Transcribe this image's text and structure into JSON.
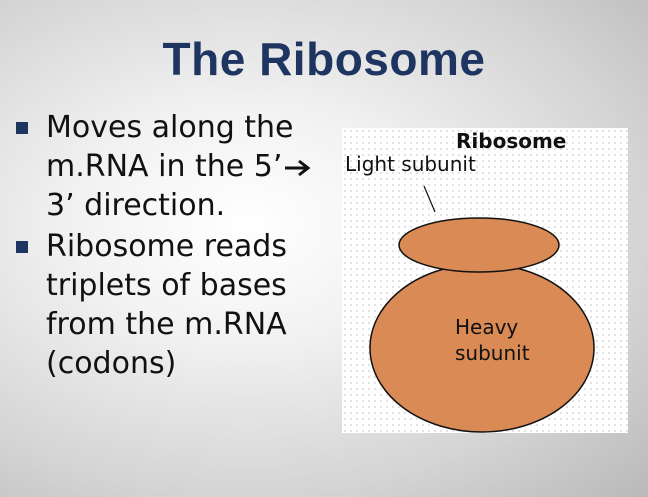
{
  "title": "The Ribosome",
  "bullets": [
    {
      "pre": "Moves along the m.RNA in the 5’",
      "arrow_icon": "right-arrow-icon",
      "post": "3’ direction."
    },
    {
      "text": "Ribosome reads triplets of bases from the m.RNA (codons)"
    }
  ],
  "figure": {
    "header": "Ribosome",
    "light_label": "Light subunit",
    "heavy_label_line1": "Heavy",
    "heavy_label_line2": "subunit",
    "subunit_color": "#d98a55",
    "bullet_color": "#1f3561",
    "title_color": "#1f3561"
  }
}
